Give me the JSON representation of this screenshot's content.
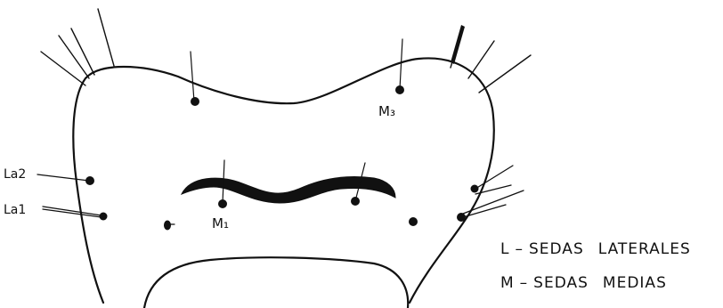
{
  "labels": {
    "la2": "La2",
    "la1": "La1",
    "m3": "M₃",
    "m1": "M₁"
  },
  "legend": [
    {
      "letter": "L",
      "word1": "SEDAS",
      "word2": "LATERALES"
    },
    {
      "letter": "M",
      "word1": "SEDAS",
      "word2": "MEDIAS"
    }
  ],
  "colors": {
    "ink": "#111111",
    "background": "#ffffff"
  }
}
